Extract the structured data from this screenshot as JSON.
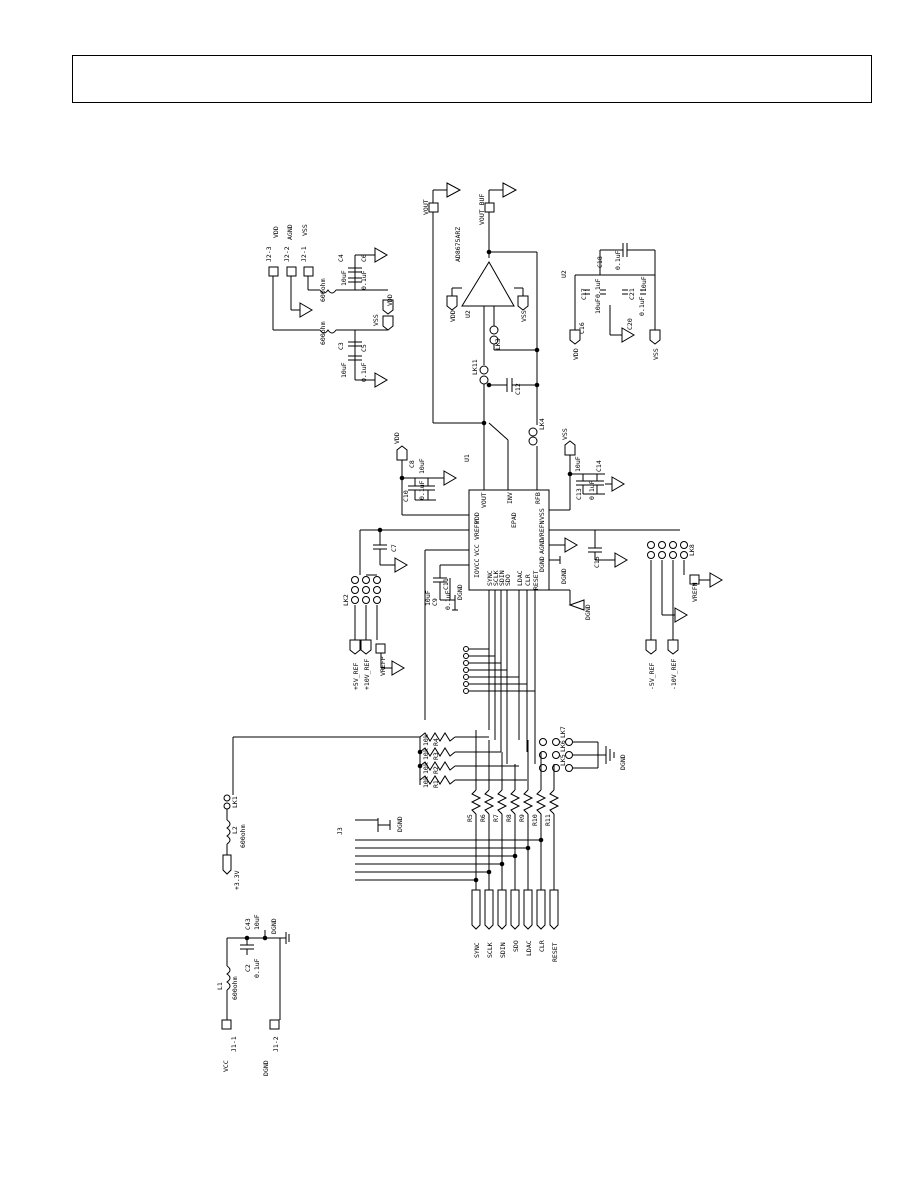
{
  "header": {
    "text": ""
  },
  "labels": {
    "vout": "VOUT",
    "vout_buf": "VOUT_BUF",
    "ad8675arz": "AD8675ARZ",
    "u2": "U2",
    "vdd": "VDD",
    "vss": "VSS",
    "agnd": "AGND",
    "dgnd": "DGND",
    "j2_3": "J2-3",
    "j2_2": "J2-2",
    "j2_1": "J2-1",
    "c4": "C4",
    "c6": "C6",
    "c3": "C3",
    "c5": "C5",
    "c1": "C1",
    "c8": "C8",
    "c9": "C9",
    "c10": "C10",
    "c11": "C11",
    "c12": "C12",
    "c13": "C13",
    "c14": "C14",
    "c15": "C15",
    "c16": "C16",
    "c17": "C17",
    "c18": "C18",
    "c20": "C20",
    "c21": "C21",
    "c2": "C2",
    "c43": "C43",
    "c7": "C7",
    "v10uf": "10uF",
    "v01uf": "0.1uF",
    "ferrite": "600ohm",
    "lk11": "LK11",
    "lk3": "LK3",
    "lk4": "LK4",
    "lk2": "LK2",
    "lk8": "LK8",
    "lk7": "LK7",
    "lk6": "LK6",
    "lk5": "LK5",
    "lk1": "LK1",
    "u1": "U1",
    "p_vout": "VOUT",
    "p_inv": "INV",
    "p_rfb": "RFB",
    "p_vdd": "VDD",
    "p_vss": "VSS",
    "p_vrefp": "VREFP",
    "p_vrefn": "VREFN",
    "p_epad": "EPAD",
    "p_agnd": "AGND",
    "p_dgnd": "DGND",
    "p_vcc": "VCC",
    "p_iovcc": "IOVCC",
    "p_sync": "SYNC",
    "p_sclk": "SCLK",
    "p_sdin": "SDIN",
    "p_sdo": "SDO",
    "p_ldac": "LDAC",
    "p_clr": "CLR",
    "p_reset": "RESET",
    "vrefp": "VREFP",
    "vrefn": "VREFN",
    "p5v_ref": "+5V_REF",
    "p10v_ref": "+10V_REF",
    "m5v_ref": "-5V_REF",
    "m10v_ref": "-10V_REF",
    "r1": "R1",
    "r2": "R2",
    "r3": "R3",
    "r4": "R4",
    "r5": "R5",
    "r6": "R6",
    "r7": "R7",
    "r8": "R8",
    "r9": "R9",
    "r10": "R10",
    "r11": "R11",
    "r10k": "10k",
    "r10r": "10",
    "sig_sync": "SYNC",
    "sig_sclk": "SCLK",
    "sig_sdin": "SDIN",
    "sig_sdo": "SDO",
    "sig_ldac": "LDAC",
    "sig_clr": "CLR",
    "sig_reset": "RESET",
    "v33": "+3.3V",
    "l1": "L1",
    "l2": "L2",
    "vcc": "VCC",
    "j1_1": "J1-1",
    "j1_2": "J1-2",
    "j3": "J3"
  }
}
